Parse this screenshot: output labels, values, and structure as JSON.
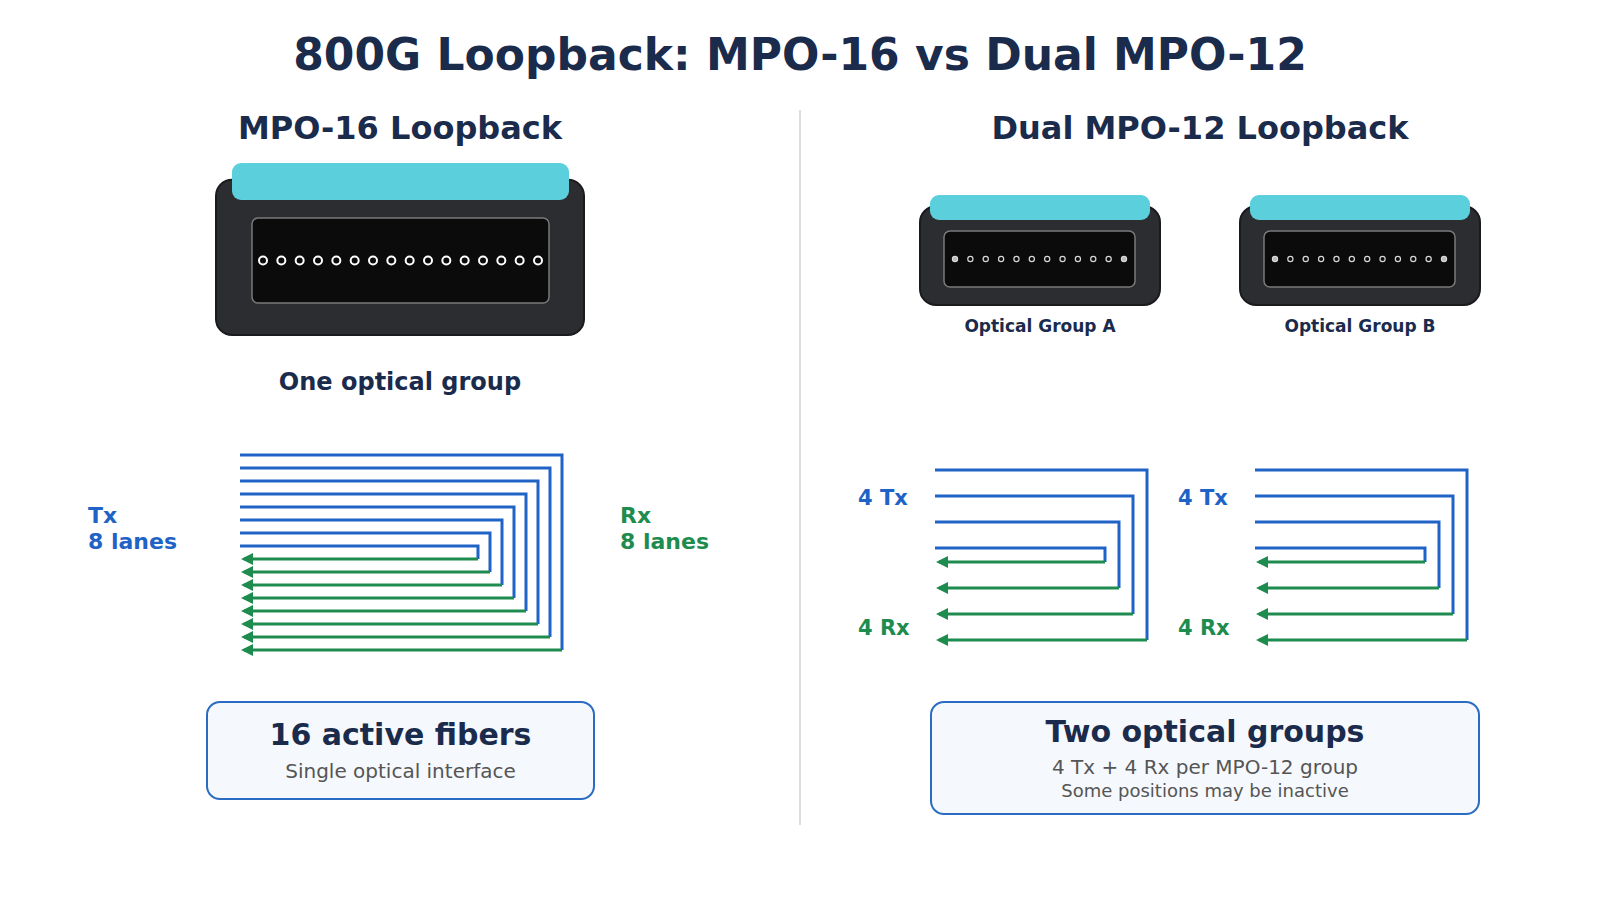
{
  "diagram": {
    "title": "800G Loopback: MPO-16 vs Dual MPO-12",
    "nodes": [
      {
        "text": [
          "One optical group"
        ]
      },
      {
        "text": [
          "Optical Group A"
        ]
      },
      {
        "text": [
          "Optical Group B"
        ]
      },
      {
        "text": [
          "16 active fibers",
          "Single optical interface"
        ]
      },
      {
        "text": [
          "Two optical groups",
          "4 Tx + 4 Rx per MPO-12 group",
          "Some positions may be inactive"
        ]
      }
    ],
    "labels": [
      "MPO-16 Loopback",
      "Dual MPO-12 Loopback",
      "Tx",
      "8 lanes",
      "Rx",
      "8 lanes",
      "4 Tx",
      "4 Rx",
      "4 Tx",
      "4 Rx"
    ]
  }
}
